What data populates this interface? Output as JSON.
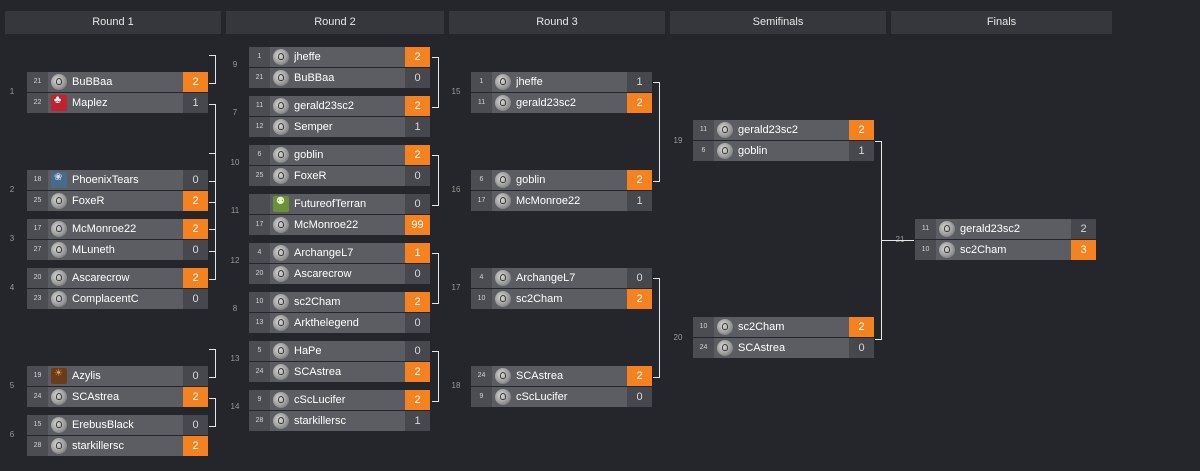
{
  "rounds": [
    "Round 1",
    "Round 2",
    "Round 3",
    "Semifinals",
    "Finals"
  ],
  "matches": [
    {
      "id": "r1m1",
      "num": "1",
      "p": [
        {
          "seed": "21",
          "name": "BuBBaa",
          "score": "2",
          "win": true,
          "icon": "race-icon"
        },
        {
          "seed": "22",
          "name": "Maplez",
          "score": "1",
          "win": false,
          "icon": "maple-leaf-icon"
        }
      ]
    },
    {
      "id": "r1m2",
      "num": "2",
      "p": [
        {
          "seed": "18",
          "name": "PhoenixTears",
          "score": "0",
          "win": false,
          "icon": "phoenix-icon"
        },
        {
          "seed": "25",
          "name": "FoxeR",
          "score": "2",
          "win": true,
          "icon": "race-icon"
        }
      ]
    },
    {
      "id": "r1m3",
      "num": "3",
      "p": [
        {
          "seed": "17",
          "name": "McMonroe22",
          "score": "2",
          "win": true,
          "icon": "race-icon"
        },
        {
          "seed": "27",
          "name": "MLuneth",
          "score": "0",
          "win": false,
          "icon": "race-icon"
        }
      ]
    },
    {
      "id": "r1m4",
      "num": "4",
      "p": [
        {
          "seed": "20",
          "name": "Ascarecrow",
          "score": "2",
          "win": true,
          "icon": "race-icon"
        },
        {
          "seed": "23",
          "name": "ComplacentC",
          "score": "0",
          "win": false,
          "icon": "race-icon"
        }
      ]
    },
    {
      "id": "r1m5",
      "num": "5",
      "p": [
        {
          "seed": "19",
          "name": "Azylis",
          "score": "0",
          "win": false,
          "icon": "zerg-portrait-icon"
        },
        {
          "seed": "24",
          "name": "SCAstrea",
          "score": "2",
          "win": true,
          "icon": "race-icon"
        }
      ]
    },
    {
      "id": "r1m6",
      "num": "6",
      "p": [
        {
          "seed": "15",
          "name": "ErebusBlack",
          "score": "0",
          "win": false,
          "icon": "race-icon"
        },
        {
          "seed": "28",
          "name": "starkillersc",
          "score": "2",
          "win": true,
          "icon": "race-icon"
        }
      ]
    },
    {
      "id": "r2m9",
      "num": "9",
      "p": [
        {
          "seed": "1",
          "name": "jheffe",
          "score": "2",
          "win": true,
          "icon": "race-icon"
        },
        {
          "seed": "21",
          "name": "BuBBaa",
          "score": "0",
          "win": false,
          "icon": "race-icon"
        }
      ]
    },
    {
      "id": "r2m7",
      "num": "7",
      "p": [
        {
          "seed": "11",
          "name": "gerald23sc2",
          "score": "2",
          "win": true,
          "icon": "race-icon"
        },
        {
          "seed": "12",
          "name": "Semper",
          "score": "1",
          "win": false,
          "icon": "race-icon"
        }
      ]
    },
    {
      "id": "r2m10",
      "num": "10",
      "p": [
        {
          "seed": "6",
          "name": "goblin",
          "score": "2",
          "win": true,
          "icon": "race-icon"
        },
        {
          "seed": "25",
          "name": "FoxeR",
          "score": "0",
          "win": false,
          "icon": "race-icon"
        }
      ]
    },
    {
      "id": "r2m11",
      "num": "11",
      "p": [
        {
          "seed": "",
          "name": "FutureofTerran",
          "score": "0",
          "win": false,
          "icon": "terran-avatar-icon"
        },
        {
          "seed": "17",
          "name": "McMonroe22",
          "score": "99",
          "win": true,
          "icon": "race-icon"
        }
      ]
    },
    {
      "id": "r2m12",
      "num": "12",
      "p": [
        {
          "seed": "4",
          "name": "ArchangeL7",
          "score": "1",
          "win": true,
          "icon": "race-icon"
        },
        {
          "seed": "20",
          "name": "Ascarecrow",
          "score": "0",
          "win": false,
          "icon": "race-icon"
        }
      ]
    },
    {
      "id": "r2m8",
      "num": "8",
      "p": [
        {
          "seed": "10",
          "name": "sc2Cham",
          "score": "2",
          "win": true,
          "icon": "race-icon"
        },
        {
          "seed": "13",
          "name": "Arkthelegend",
          "score": "0",
          "win": false,
          "icon": "race-icon"
        }
      ]
    },
    {
      "id": "r2m13",
      "num": "13",
      "p": [
        {
          "seed": "5",
          "name": "HaPe",
          "score": "0",
          "win": false,
          "icon": "race-icon"
        },
        {
          "seed": "24",
          "name": "SCAstrea",
          "score": "2",
          "win": true,
          "icon": "race-icon"
        }
      ]
    },
    {
      "id": "r2m14",
      "num": "14",
      "p": [
        {
          "seed": "9",
          "name": "cScLucifer",
          "score": "2",
          "win": true,
          "icon": "race-icon"
        },
        {
          "seed": "28",
          "name": "starkillersc",
          "score": "1",
          "win": false,
          "icon": "race-icon"
        }
      ]
    },
    {
      "id": "r3m15",
      "num": "15",
      "p": [
        {
          "seed": "1",
          "name": "jheffe",
          "score": "1",
          "win": false,
          "icon": "race-icon"
        },
        {
          "seed": "11",
          "name": "gerald23sc2",
          "score": "2",
          "win": true,
          "icon": "race-icon"
        }
      ]
    },
    {
      "id": "r3m16",
      "num": "16",
      "p": [
        {
          "seed": "6",
          "name": "goblin",
          "score": "2",
          "win": true,
          "icon": "race-icon"
        },
        {
          "seed": "17",
          "name": "McMonroe22",
          "score": "1",
          "win": false,
          "icon": "race-icon"
        }
      ]
    },
    {
      "id": "r3m17",
      "num": "17",
      "p": [
        {
          "seed": "4",
          "name": "ArchangeL7",
          "score": "0",
          "win": false,
          "icon": "race-icon"
        },
        {
          "seed": "10",
          "name": "sc2Cham",
          "score": "2",
          "win": true,
          "icon": "race-icon"
        }
      ]
    },
    {
      "id": "r3m18",
      "num": "18",
      "p": [
        {
          "seed": "24",
          "name": "SCAstrea",
          "score": "2",
          "win": true,
          "icon": "race-icon"
        },
        {
          "seed": "9",
          "name": "cScLucifer",
          "score": "0",
          "win": false,
          "icon": "race-icon"
        }
      ]
    },
    {
      "id": "sf19",
      "num": "19",
      "p": [
        {
          "seed": "11",
          "name": "gerald23sc2",
          "score": "2",
          "win": true,
          "icon": "race-icon"
        },
        {
          "seed": "6",
          "name": "goblin",
          "score": "1",
          "win": false,
          "icon": "race-icon"
        }
      ]
    },
    {
      "id": "sf20",
      "num": "20",
      "p": [
        {
          "seed": "10",
          "name": "sc2Cham",
          "score": "2",
          "win": true,
          "icon": "race-icon"
        },
        {
          "seed": "24",
          "name": "SCAstrea",
          "score": "0",
          "win": false,
          "icon": "race-icon"
        }
      ]
    },
    {
      "id": "f21",
      "num": "21",
      "p": [
        {
          "seed": "11",
          "name": "gerald23sc2",
          "score": "2",
          "win": false,
          "icon": "race-icon"
        },
        {
          "seed": "10",
          "name": "sc2Cham",
          "score": "3",
          "win": true,
          "icon": "race-icon"
        }
      ]
    }
  ]
}
